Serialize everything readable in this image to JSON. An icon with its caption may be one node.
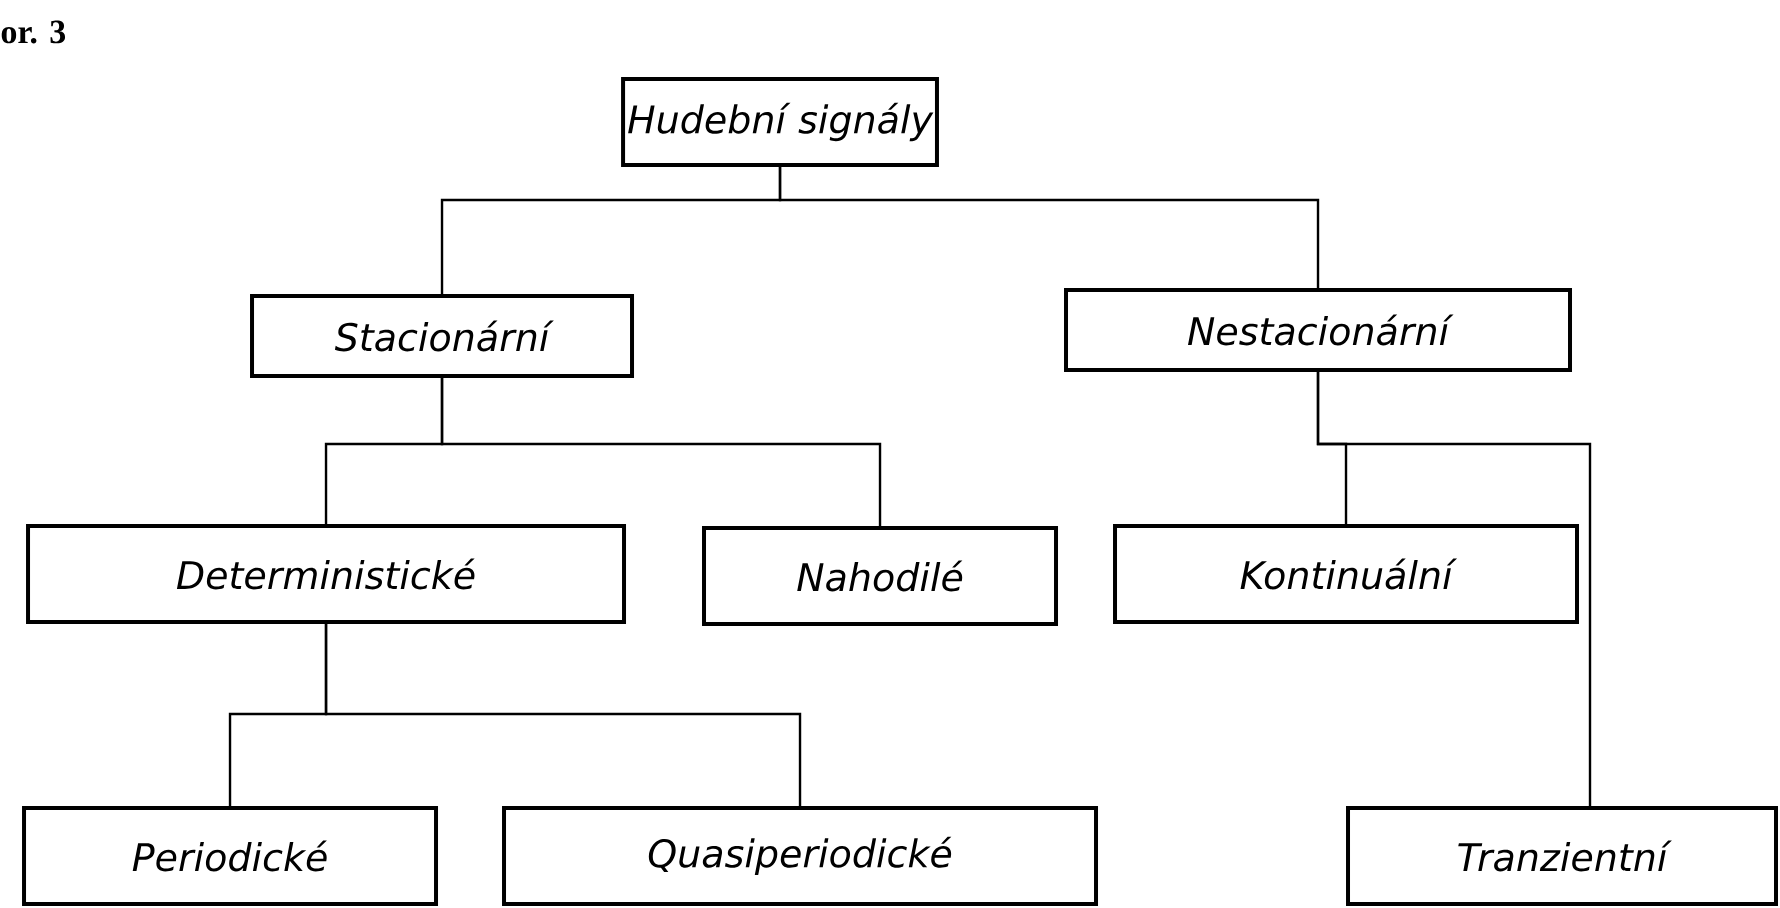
{
  "diagram": {
    "nodes": [
      {
        "text": [
          "Hudební signály"
        ]
      },
      {
        "text": [
          "Stacionární"
        ]
      },
      {
        "text": [
          "Nestacionární"
        ]
      },
      {
        "text": [
          "Deterministické"
        ]
      },
      {
        "text": [
          "Nahodilé"
        ]
      },
      {
        "text": [
          "Kontinuální"
        ]
      },
      {
        "text": [
          "Periodické"
        ]
      },
      {
        "text": [
          "Quasiperiodické"
        ]
      },
      {
        "text": [
          "Tranzientní"
        ]
      }
    ],
    "edges": [
      {
        "from": 0,
        "to": 1,
        "arrow": "none"
      },
      {
        "from": 0,
        "to": 2,
        "arrow": "none"
      },
      {
        "from": 1,
        "to": 3,
        "arrow": "none"
      },
      {
        "from": 1,
        "to": 4,
        "arrow": "none"
      },
      {
        "from": 2,
        "to": 5,
        "arrow": "none"
      },
      {
        "from": 2,
        "to": 8,
        "arrow": "none"
      },
      {
        "from": 3,
        "to": 6,
        "arrow": "none"
      },
      {
        "from": 3,
        "to": 7,
        "arrow": "none"
      }
    ],
    "labels": [
      "or. 3"
    ]
  }
}
